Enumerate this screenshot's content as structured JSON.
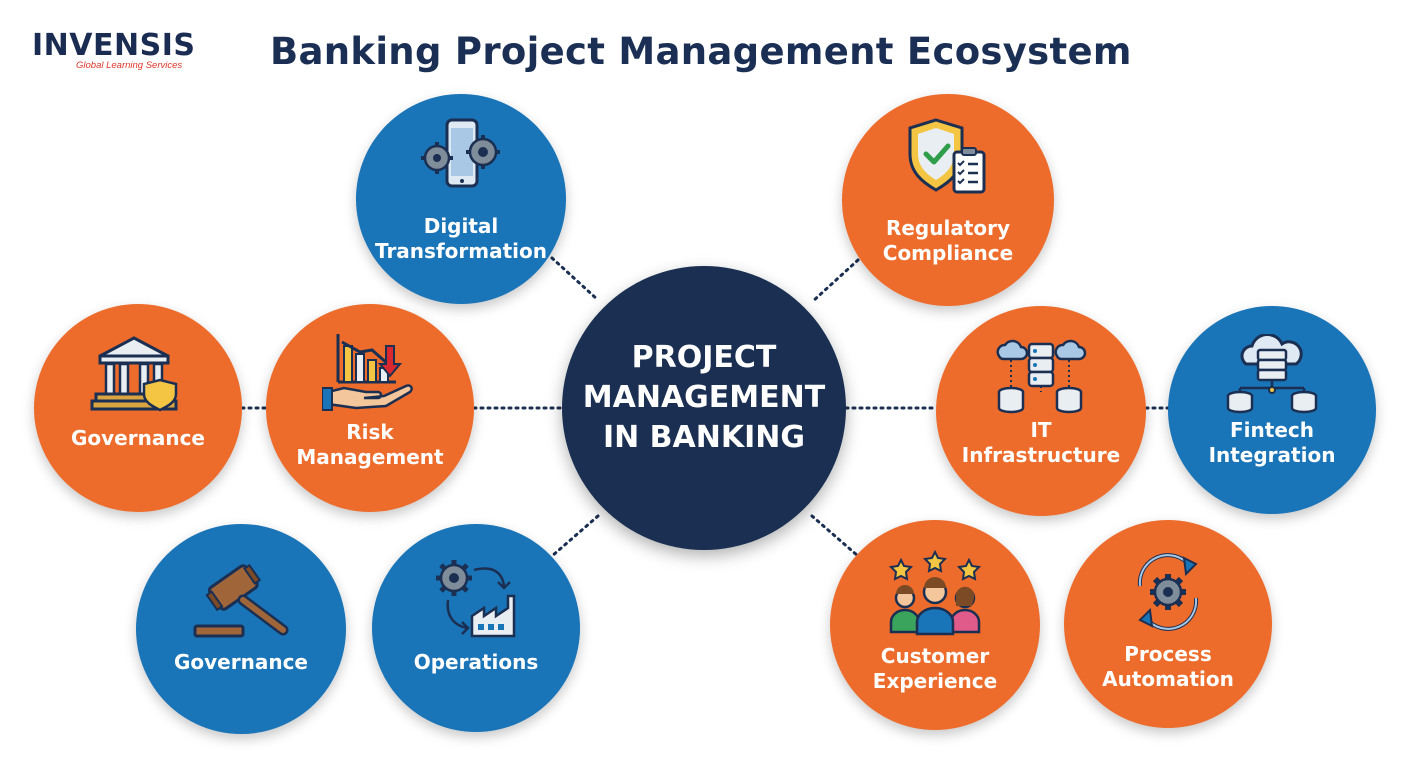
{
  "brand": {
    "name": "INVENSIS",
    "tagline": "Global Learning Services"
  },
  "title": "Banking Project Management Ecosystem",
  "center": {
    "lines": [
      "PROJECT",
      "MANAGEMENT",
      "IN BANKING"
    ]
  },
  "nodes": {
    "digital_transformation": {
      "lines": [
        "Digital",
        "Transformation"
      ],
      "icon": "smartphone-gears-icon",
      "color": "#1a74b8"
    },
    "regulatory_compliance": {
      "lines": [
        "Regulatory",
        "Compliance"
      ],
      "icon": "shield-checklist-icon",
      "color": "#ee6c2b"
    },
    "governance_bank": {
      "lines": [
        "Governance"
      ],
      "icon": "bank-building-icon",
      "color": "#ee6c2b"
    },
    "risk_management": {
      "lines": [
        "Risk",
        "Management"
      ],
      "icon": "declining-chart-hand-icon",
      "color": "#ee6c2b"
    },
    "it_infrastructure": {
      "lines": [
        "IT",
        "Infrastructure"
      ],
      "icon": "cloud-database-icon",
      "color": "#ee6c2b"
    },
    "fintech_integration": {
      "lines": [
        "Fintech",
        "Integration"
      ],
      "icon": "cloud-server-icon",
      "color": "#1a74b8"
    },
    "governance_gavel": {
      "lines": [
        "Governance"
      ],
      "icon": "gavel-icon",
      "color": "#1a74b8"
    },
    "operations": {
      "lines": [
        "Operations"
      ],
      "icon": "gear-factory-icon",
      "color": "#1a74b8"
    },
    "customer_experience": {
      "lines": [
        "Customer",
        "Experience"
      ],
      "icon": "people-stars-icon",
      "color": "#ee6c2b"
    },
    "process_automation": {
      "lines": [
        "Process",
        "Automation"
      ],
      "icon": "gear-cycle-icon",
      "color": "#ee6c2b"
    }
  },
  "colors": {
    "navy": "#1b2f52",
    "blue": "#1a74b8",
    "orange": "#ee6c2b"
  }
}
